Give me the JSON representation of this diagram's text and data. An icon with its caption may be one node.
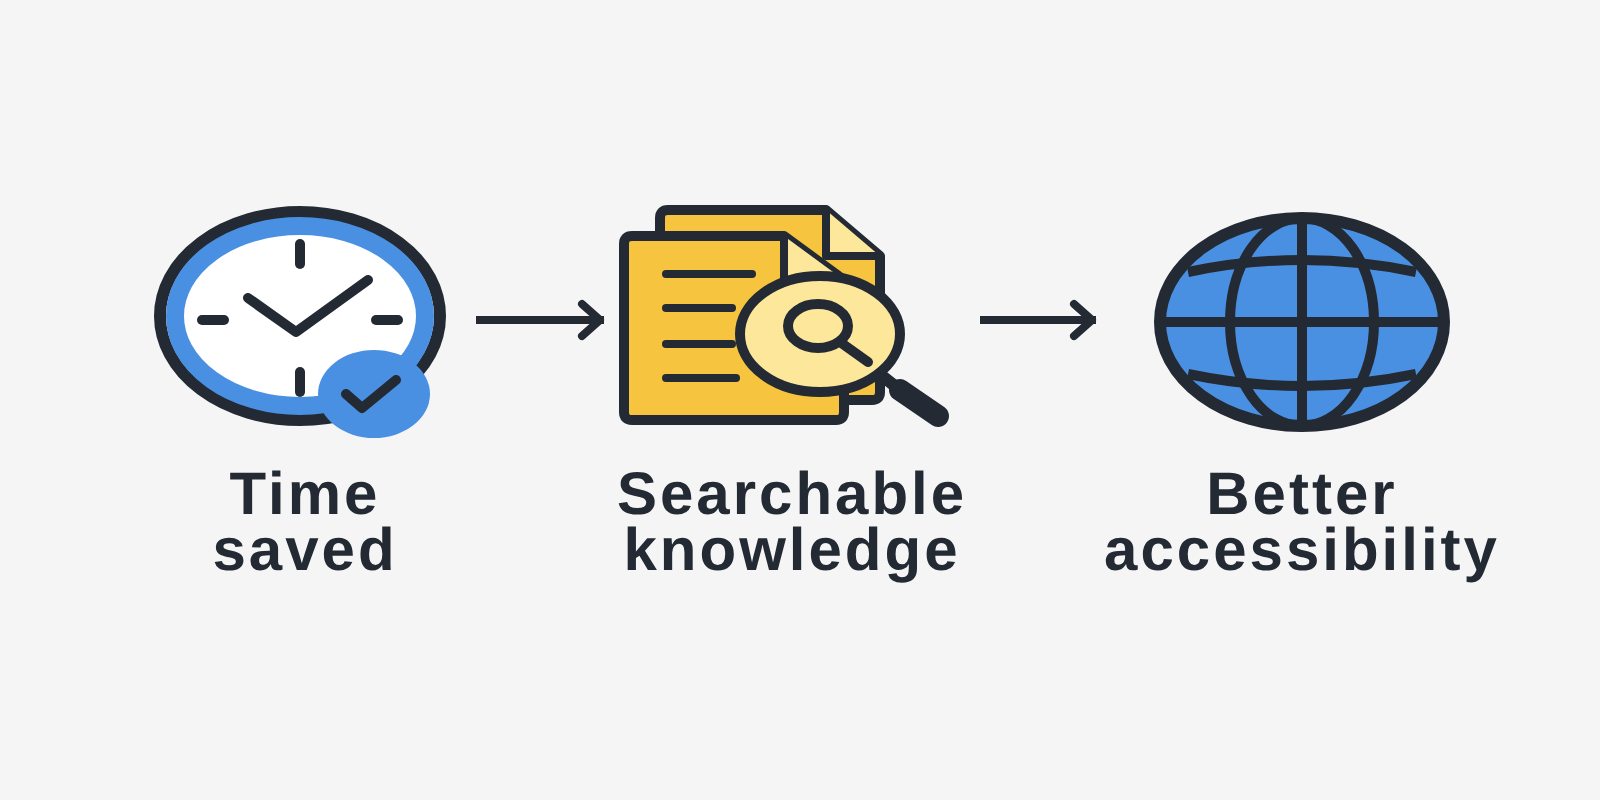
{
  "diagram": {
    "nodes": [
      {
        "text": [
          "Time saved"
        ]
      },
      {
        "text": [
          "Searchable knowledge"
        ]
      },
      {
        "text": [
          "Better accessibility"
        ]
      }
    ],
    "edges": [
      {
        "from": 0,
        "to": 1,
        "arrow": "to"
      },
      {
        "from": 1,
        "to": 2,
        "arrow": "to"
      }
    ]
  }
}
